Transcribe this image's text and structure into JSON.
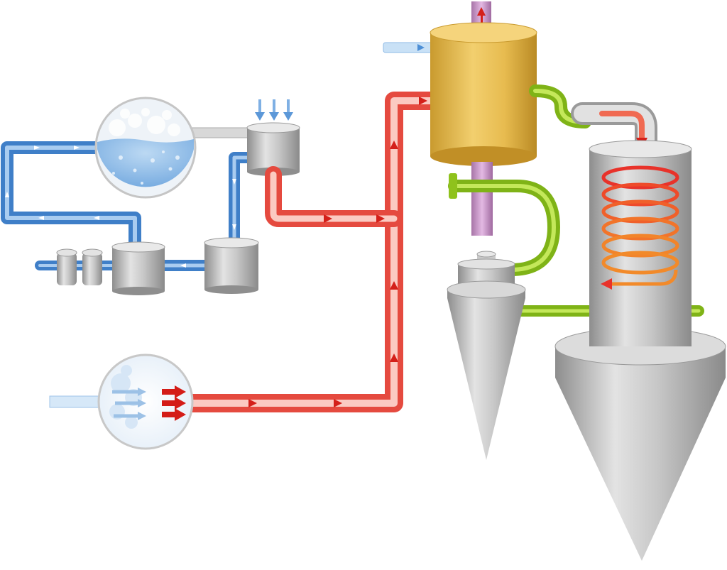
{
  "diagram": {
    "type": "process-flow",
    "text_labels": [],
    "colors": {
      "water_pipe": "#4d8fd6",
      "water_pipe_light": "#a9ccf0",
      "hot_air_pipe": "#e8453c",
      "hot_air_pipe_light": "#f9c0b8",
      "green_pipe": "#8fc21c",
      "vessel_grey": "#b8b8b8",
      "heater_gold": "#e0b447",
      "shaft_purple": "#c88fc8",
      "coil_red": "#e8322a",
      "coil_orange": "#f28a2a",
      "liquid_blue": "#7fb3e6"
    },
    "components": [
      {
        "name": "condenser-vessel",
        "icon": "round-tank-with-liquid"
      },
      {
        "name": "scrubber-tank",
        "icon": "cylinder-tank"
      },
      {
        "name": "pump-unit",
        "icon": "cylinder-tank"
      },
      {
        "name": "small-tank",
        "icon": "cylinder-tank"
      },
      {
        "name": "motor-pair",
        "icon": "small-drums"
      },
      {
        "name": "air-filter",
        "icon": "round-filter"
      },
      {
        "name": "air-heater",
        "icon": "gold-cylinder"
      },
      {
        "name": "drying-chamber",
        "icon": "cone-bottom-chamber"
      },
      {
        "name": "cyclone-separator",
        "icon": "cone-separator"
      }
    ],
    "flows": [
      {
        "name": "cooling-water-loop",
        "medium": "water"
      },
      {
        "name": "hot-air-line",
        "medium": "hot-air"
      },
      {
        "name": "steam-inlet",
        "medium": "water"
      },
      {
        "name": "product-transfer-line",
        "medium": "product"
      }
    ]
  }
}
